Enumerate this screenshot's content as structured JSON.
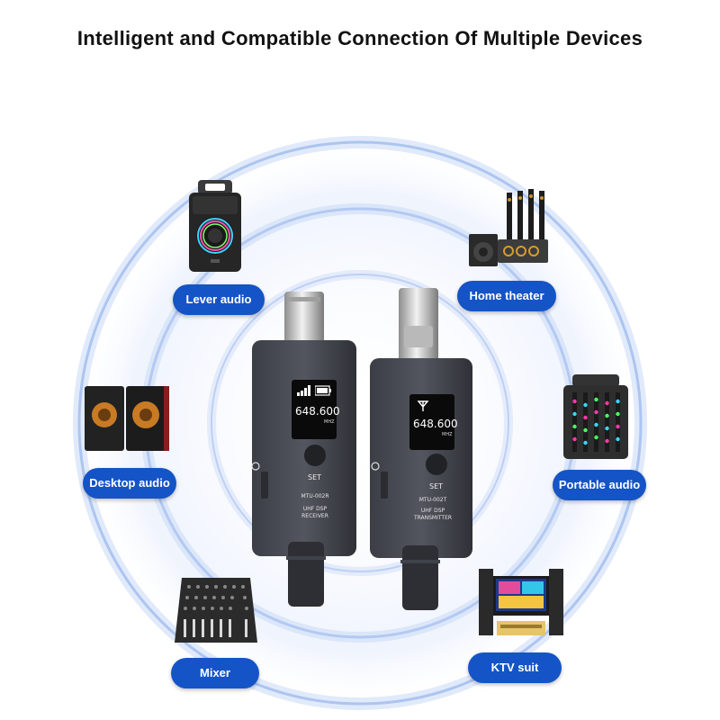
{
  "headline": "Intelligent and Compatible Connection Of Multiple Devices",
  "devices": {
    "lever_audio": "Lever audio",
    "home_theater": "Home theater",
    "desktop_audio": "Desktop audio",
    "portable_audio": "Portable audio",
    "mixer": "Mixer",
    "ktv_suit": "KTV suit"
  },
  "receiver": {
    "frequency": "648.600",
    "unit": "MHZ",
    "set_label": "SET",
    "model": "MTU-002R",
    "line1": "UHF DSP",
    "line2": "RECEIVER"
  },
  "transmitter": {
    "frequency": "648.600",
    "unit": "MHZ",
    "set_label": "SET",
    "model": "MTU-002T",
    "line1": "UHF DSP",
    "line2": "TRANSMITTER"
  },
  "colors": {
    "pill": "#1554c6",
    "ring": "#b9cdf3"
  }
}
